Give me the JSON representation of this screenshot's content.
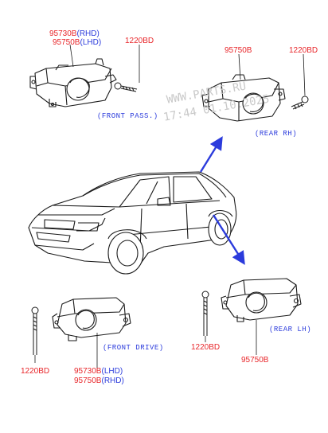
{
  "labels": {
    "front_pass_code_rhd": "95730B",
    "front_pass_code_rhd_suffix": "(RHD)",
    "front_pass_code_lhd": "95750B",
    "front_pass_code_lhd_suffix": "(LHD)",
    "front_pass_bolt": "1220BD",
    "front_pass_position": "(FRONT PASS.)",
    "rear_rh_code": "95750B",
    "rear_rh_bolt": "1220BD",
    "rear_rh_position": "(REAR RH)",
    "front_drive_bolt": "1220BD",
    "front_drive_position": "(FRONT DRIVE)",
    "front_drive_code_lhd": "95730B",
    "front_drive_code_lhd_suffix": "(LHD)",
    "front_drive_code_rhd": "95750B",
    "front_drive_code_rhd_suffix": "(RHD)",
    "rear_lh_bolt": "1220BD",
    "rear_lh_position": "(REAR LH)",
    "rear_lh_code": "95750B"
  },
  "watermark": {
    "line1": "WWW.PARTS.RU",
    "line2": "17:44 01.10.2025"
  },
  "colors": {
    "part_number": "#e8262a",
    "position_text": "#2b3bdc",
    "arrow": "#2b3bdc",
    "line_art": "#1a1a1a"
  }
}
